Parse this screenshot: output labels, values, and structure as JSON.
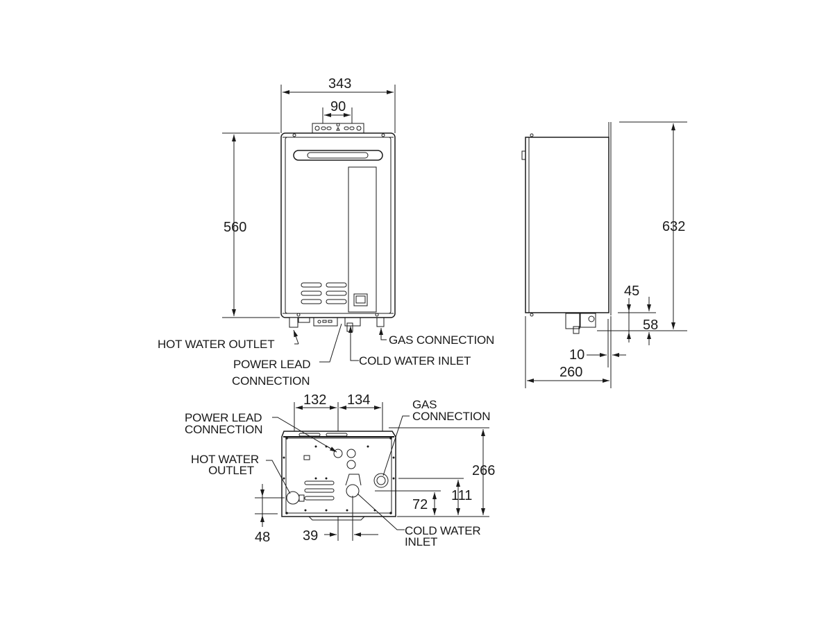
{
  "front_view": {
    "dims": {
      "width": "343",
      "bracket": "90",
      "height": "560"
    },
    "labels": {
      "hot_water_outlet": "HOT WATER OUTLET",
      "power_lead_1": "POWER LEAD",
      "power_lead_2": "CONNECTION",
      "cold_water_inlet": "COLD WATER INLET",
      "gas_connection": "GAS CONNECTION"
    }
  },
  "side_view": {
    "dims": {
      "height": "632",
      "d45": "45",
      "d58": "58",
      "d10": "10",
      "depth": "260"
    }
  },
  "bottom_view": {
    "dims": {
      "d132": "132",
      "d134": "134",
      "d266": "266",
      "d111": "111",
      "d72": "72",
      "d48": "48",
      "d39": "39"
    },
    "labels": {
      "power_lead_1": "POWER LEAD",
      "power_lead_2": "CONNECTION",
      "gas_1": "GAS",
      "gas_2": "CONNECTION",
      "hot_1": "HOT WATER",
      "hot_2": "OUTLET",
      "cold_1": "COLD WATER",
      "cold_2": "INLET"
    }
  },
  "colors": {
    "line": "#1a1a1a",
    "background": "#ffffff"
  }
}
